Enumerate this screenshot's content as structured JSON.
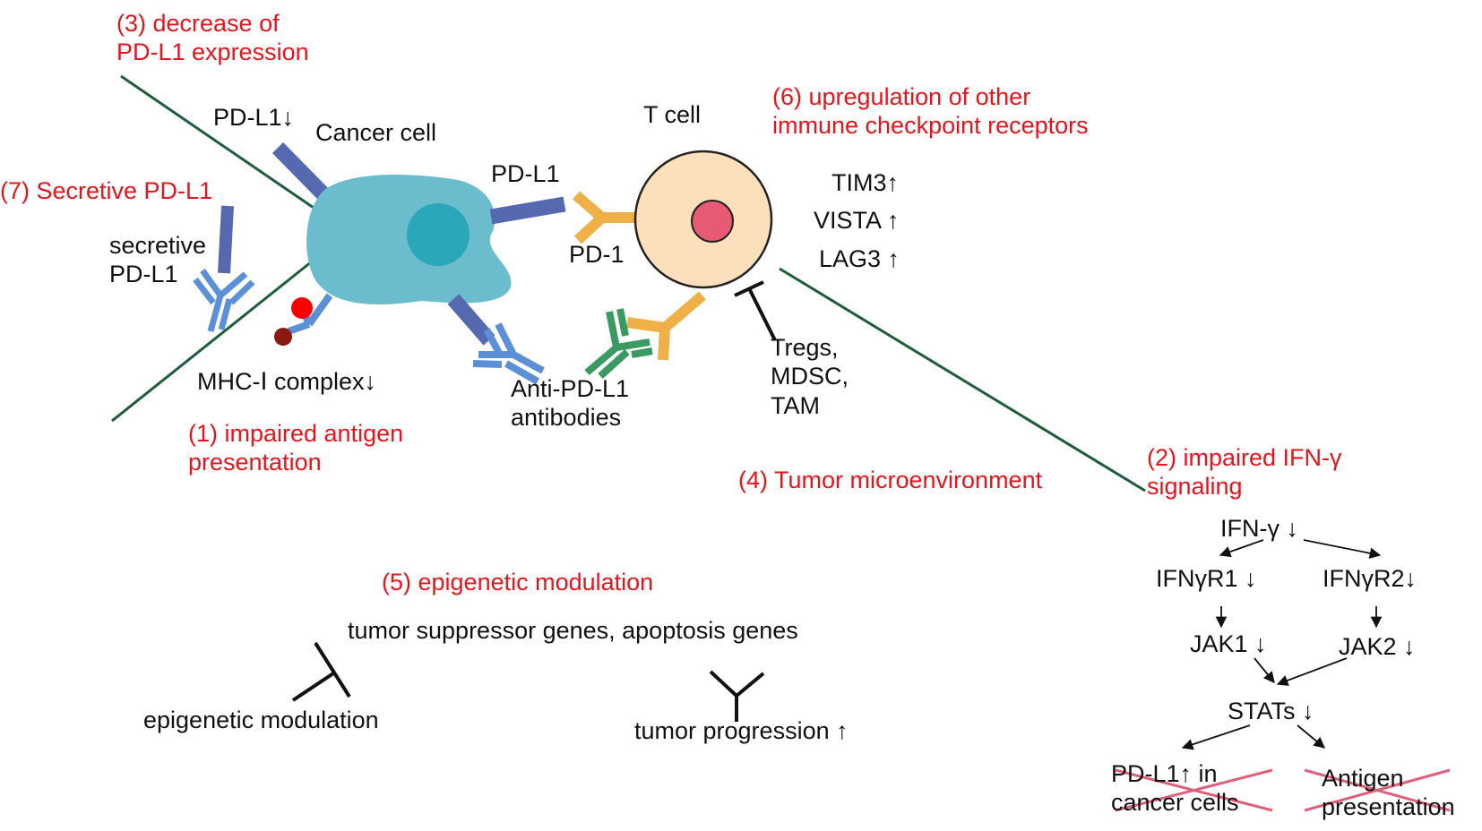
{
  "colors": {
    "red_label": "#e8141b",
    "text": "#111111",
    "line": "#1f5c3a",
    "cancer_cell": "#6bbccd",
    "nucleus": "#2aa7b8",
    "pdl1": "#5568b0",
    "pd1": "#f0b048",
    "antibody_blue": "#5b8fd6",
    "antibody_green": "#3a9a62",
    "tcell": "#fce0bc",
    "tcell_nucleus": "#e65a74",
    "cross": "#e0607a"
  },
  "mechanisms": {
    "m3": "(3) decrease of\nPD-L1 expression",
    "m6": "(6) upregulation of other\nimmune checkpoint receptors",
    "m7": "(7) Secretive PD-L1",
    "m1": "(1) impaired antigen\npresentation",
    "m4": "(4) Tumor microenvironment",
    "m2": "(2) impaired IFN-γ\nsignaling",
    "m5": "(5) epigenetic modulation"
  },
  "labels": {
    "pdl1_down": "PD-L1↓",
    "cancer_cell": "Cancer cell",
    "t_cell": "T cell",
    "pdl1": "PD-L1",
    "pd1": "PD-1",
    "secretive_pdl1": "secretive\nPD-L1",
    "mhc": "MHC-Ⅰ complex↓",
    "anti_pdl1": "Anti-PD-L1\nantibodies",
    "suppressors": "Tregs,\nMDSC,\nTAM",
    "tim3": "TIM3↑",
    "vista": "VISTA ↑",
    "lag3": "LAG3 ↑",
    "genes": "tumor suppressor genes, apoptosis genes",
    "epi_mod": "epigenetic modulation",
    "tumor_prog": "tumor progression ↑"
  },
  "ifn_pathway": {
    "ifng": "IFN-γ ↓",
    "r1": "IFNγR1 ↓",
    "r2": "IFNγR2↓",
    "jak1": "JAK1 ↓",
    "jak2": "JAK2 ↓",
    "stats": "STATs ↓",
    "out1": "PD-L1↑ in\ncancer cells",
    "out2": "Antigen\npresentation"
  }
}
